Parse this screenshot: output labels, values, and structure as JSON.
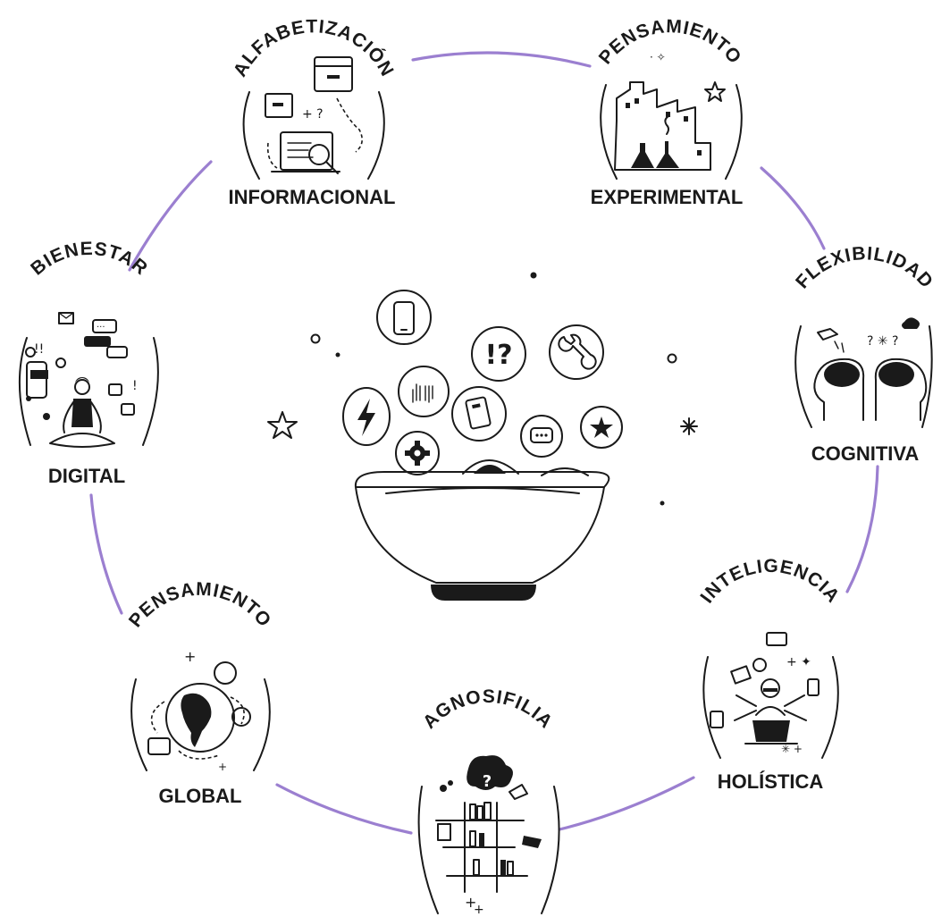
{
  "colors": {
    "ring": "#9b7fd0",
    "ink": "#1a1a1a",
    "background": "#ffffff"
  },
  "center": {
    "icons": [
      "phone-icon",
      "exclamation-question-icon",
      "wrench-icon",
      "lightning-icon",
      "hands-icon",
      "book-icon",
      "chat-icon",
      "star-icon",
      "gear-icon"
    ]
  },
  "nodes": [
    {
      "id": "informacional",
      "arc": "ALFABETIZACIÓN",
      "label": "INFORMACIONAL",
      "icon": "folders-laptop-icon"
    },
    {
      "id": "experimental",
      "arc": "PENSAMIENTO",
      "label": "EXPERIMENTAL",
      "icon": "city-lab-icon"
    },
    {
      "id": "cognitiva",
      "arc": "FLEXIBILIDAD",
      "label": "COGNITIVA",
      "icon": "two-heads-brains-icon"
    },
    {
      "id": "holistica",
      "arc": "INTELIGENCIA",
      "label": "HOLÍSTICA",
      "icon": "multitasking-person-icon"
    },
    {
      "id": "agnosifilia",
      "arc": "AGNOSIFILIA",
      "label": "",
      "icon": "bookshelf-question-icon"
    },
    {
      "id": "global",
      "arc": "PENSAMIENTO",
      "label": "GLOBAL",
      "icon": "globe-icon"
    },
    {
      "id": "digital",
      "arc": "BIENESTAR",
      "label": "DIGITAL",
      "icon": "meditating-person-icon"
    }
  ]
}
